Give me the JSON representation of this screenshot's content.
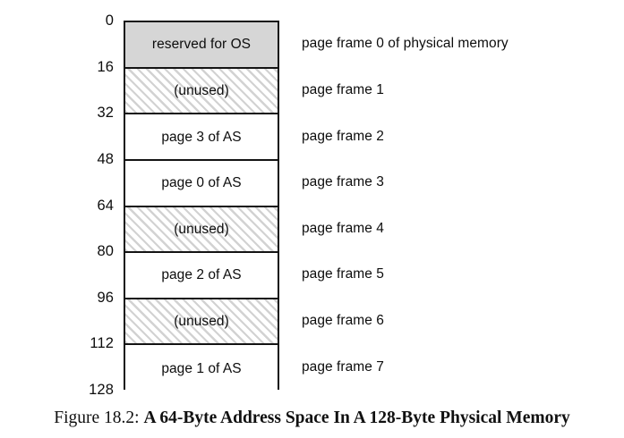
{
  "figure": {
    "caption_prefix": "Figure 18.2:",
    "caption_title": "A 64-Byte Address Space In A 128-Byte Physical Memory"
  },
  "diagram": {
    "address_ticks": [
      "0",
      "16",
      "32",
      "48",
      "64",
      "80",
      "96",
      "112",
      "128"
    ],
    "frames": [
      {
        "label": "reserved for OS",
        "annotation": "page frame 0 of physical memory",
        "fill": "gray"
      },
      {
        "label": "(unused)",
        "annotation": "page frame 1",
        "fill": "hatch"
      },
      {
        "label": "page 3 of AS",
        "annotation": "page frame 2",
        "fill": "white"
      },
      {
        "label": "page 0 of AS",
        "annotation": "page frame 3",
        "fill": "white"
      },
      {
        "label": "(unused)",
        "annotation": "page frame 4",
        "fill": "hatch"
      },
      {
        "label": "page 2 of AS",
        "annotation": "page frame 5",
        "fill": "white"
      },
      {
        "label": "(unused)",
        "annotation": "page frame 6",
        "fill": "hatch"
      },
      {
        "label": "page 1 of AS",
        "annotation": "page frame 7",
        "fill": "white"
      }
    ],
    "colors": {
      "border": "#141414",
      "gray_fill": "#d6d6d6",
      "hatch_line": "#d2d2d2",
      "background": "#ffffff",
      "text": "#0d0d0d"
    }
  }
}
